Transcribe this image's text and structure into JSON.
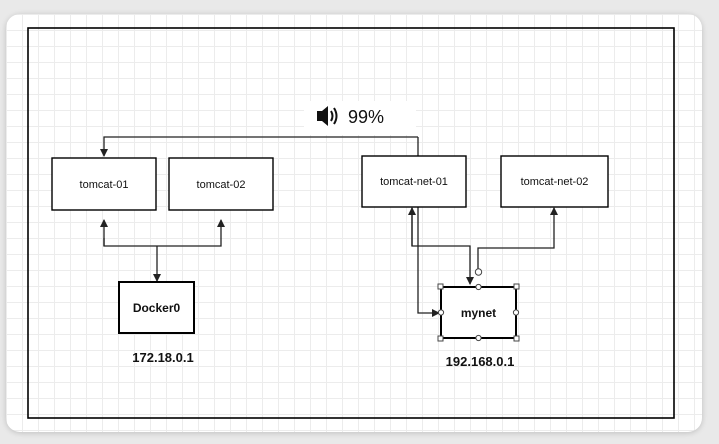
{
  "nodes": {
    "tomcat_01": "tomcat-01",
    "tomcat_02": "tomcat-02",
    "docker0": "Docker0",
    "tomcat_net_01": "tomcat-net-01",
    "tomcat_net_02": "tomcat-net-02",
    "mynet": "mynet"
  },
  "ips": {
    "docker0_ip": "172.18.0.1",
    "mynet_ip": "192.168.0.1"
  },
  "overlay": {
    "icon": "speaker-icon",
    "volume_text": "99%"
  }
}
